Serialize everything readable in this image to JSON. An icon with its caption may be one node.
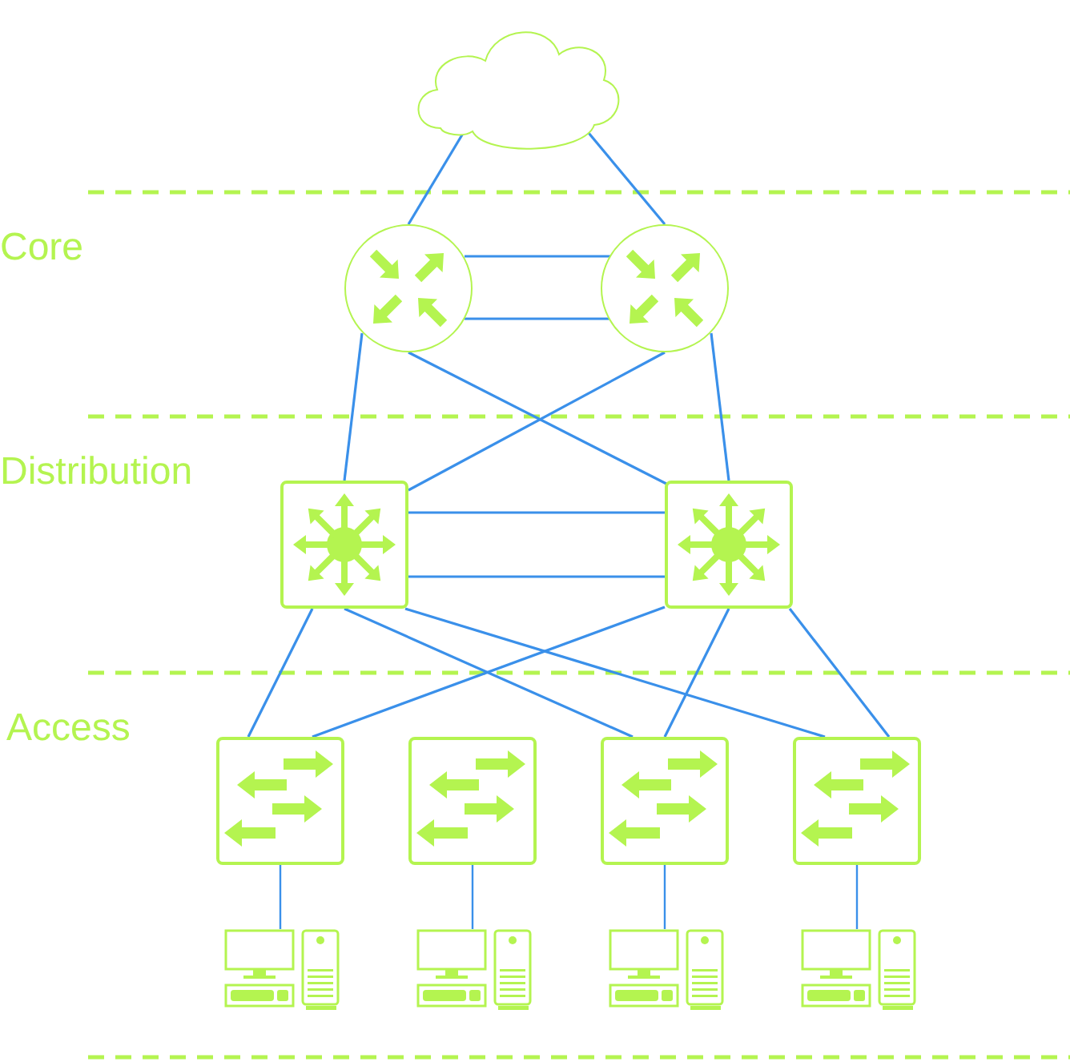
{
  "diagram": {
    "nodes": [
      {
        "text": [],
        "shape": "cloud"
      },
      {
        "text": [],
        "shape": "circle"
      },
      {
        "text": [],
        "shape": "circle"
      },
      {
        "text": [],
        "shape": "box"
      },
      {
        "text": [],
        "shape": "box"
      },
      {
        "text": [],
        "shape": "box"
      },
      {
        "text": [],
        "shape": "box"
      },
      {
        "text": [],
        "shape": "box"
      },
      {
        "text": [],
        "shape": "box"
      },
      {
        "text": [],
        "shape": "computer"
      },
      {
        "text": [],
        "shape": "computer"
      },
      {
        "text": [],
        "shape": "computer"
      },
      {
        "text": [],
        "shape": "computer"
      }
    ],
    "edges": [
      {
        "from": 0,
        "to": 1,
        "arrow": "none"
      },
      {
        "from": 0,
        "to": 2,
        "arrow": "none"
      },
      {
        "from": 1,
        "to": 2,
        "arrow": "none"
      },
      {
        "from": 1,
        "to": 2,
        "arrow": "none"
      },
      {
        "from": 1,
        "to": 3,
        "arrow": "none"
      },
      {
        "from": 1,
        "to": 4,
        "arrow": "none"
      },
      {
        "from": 2,
        "to": 3,
        "arrow": "none"
      },
      {
        "from": 2,
        "to": 4,
        "arrow": "none"
      },
      {
        "from": 3,
        "to": 4,
        "arrow": "none"
      },
      {
        "from": 3,
        "to": 4,
        "arrow": "none"
      },
      {
        "from": 3,
        "to": 5,
        "arrow": "none"
      },
      {
        "from": 3,
        "to": 7,
        "arrow": "none"
      },
      {
        "from": 3,
        "to": 8,
        "arrow": "none"
      },
      {
        "from": 4,
        "to": 5,
        "arrow": "none"
      },
      {
        "from": 4,
        "to": 7,
        "arrow": "none"
      },
      {
        "from": 4,
        "to": 8,
        "arrow": "none"
      },
      {
        "from": 5,
        "to": 9,
        "arrow": "none"
      },
      {
        "from": 6,
        "to": 10,
        "arrow": "none"
      },
      {
        "from": 7,
        "to": 11,
        "arrow": "none"
      },
      {
        "from": 8,
        "to": 12,
        "arrow": "none"
      }
    ],
    "labels": [
      "Core",
      "Distribution",
      "Access"
    ]
  }
}
